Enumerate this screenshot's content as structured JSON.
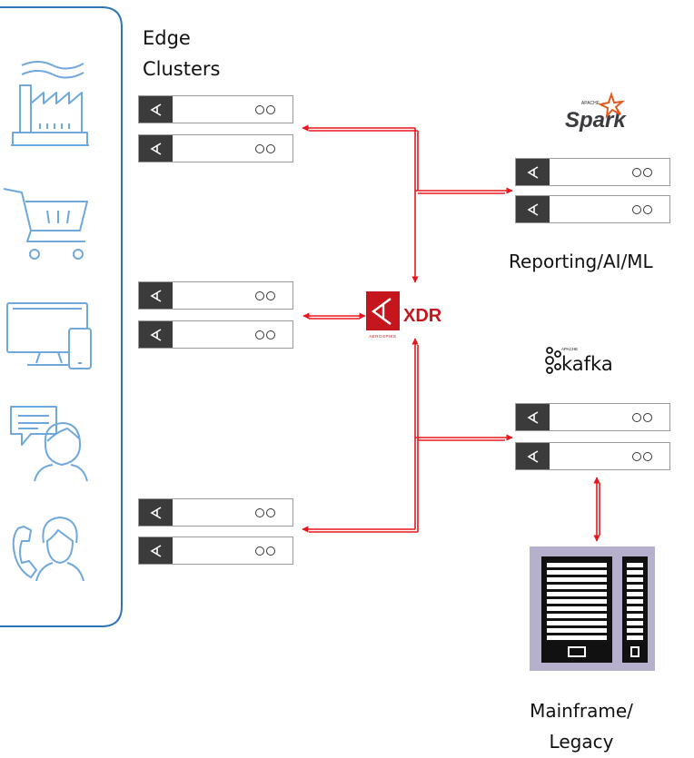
{
  "labels": {
    "edge_clusters": "Edge\nClusters",
    "reporting": "Reporting/AI/ML",
    "mainframe": "Mainframe/\nLegacy",
    "xdr": "XDR",
    "aerospike": "AEROSPIKE"
  },
  "logos": {
    "spark_small": "APACHE",
    "spark_name": "Spark",
    "kafka_small": "APACHE",
    "kafka_name": "kafka"
  },
  "icons": [
    "factory-icon",
    "shopping-cart-icon",
    "desktop-mobile-icon",
    "chat-person-icon",
    "call-agent-icon"
  ],
  "colors": {
    "arrow": "#e8161b",
    "server_cap": "#3b3b3b",
    "icon_stroke": "#6fa8dc",
    "bracket": "#2e75b6",
    "xdr_red": "#c4161c",
    "mainframe_bg": "#b7b0cc",
    "spark_orange": "#e25a1c"
  }
}
